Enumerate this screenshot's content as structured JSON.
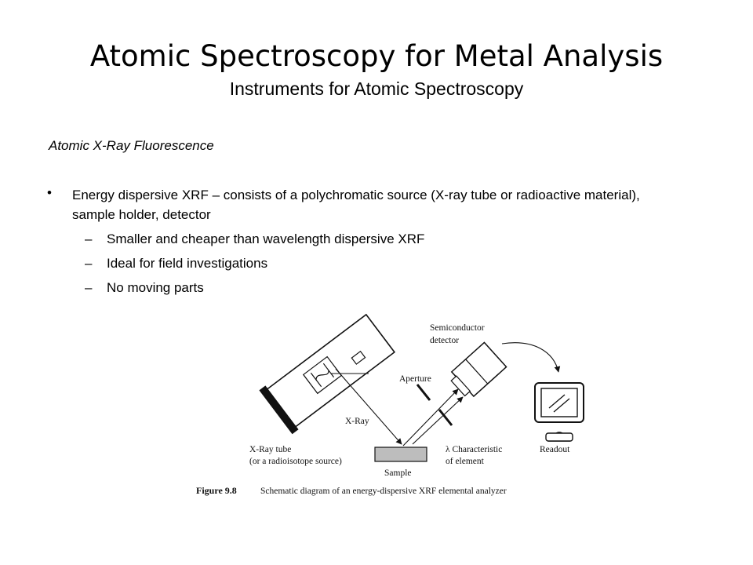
{
  "slide": {
    "title": "Atomic Spectroscopy for Metal Analysis",
    "subtitle": "Instruments for Atomic Spectroscopy",
    "section_heading": "Atomic X-Ray Fluorescence",
    "bullet": {
      "marker": "•",
      "text": "Energy dispersive XRF – consists of a polychromatic source (X-ray tube or radioactive material), sample holder, detector"
    },
    "sub_bullets": [
      {
        "marker": "–",
        "text": "Smaller and cheaper than wavelength dispersive XRF"
      },
      {
        "marker": "–",
        "text": "Ideal for field investigations"
      },
      {
        "marker": "–",
        "text": "No moving parts"
      }
    ]
  },
  "figure": {
    "labels": {
      "detector_line1": "Semiconductor",
      "detector_line2": "detector",
      "aperture": "Aperture",
      "xray": "X-Ray",
      "tube_line1": "X-Ray tube",
      "tube_line2": "(or a radioisotope source)",
      "characteristic_line1": "λ Characteristic",
      "characteristic_line2": "of element",
      "sample": "Sample",
      "readout": "Readout"
    },
    "caption_label": "Figure 9.8",
    "caption_text": "Schematic diagram of an energy-dispersive XRF elemental analyzer"
  }
}
